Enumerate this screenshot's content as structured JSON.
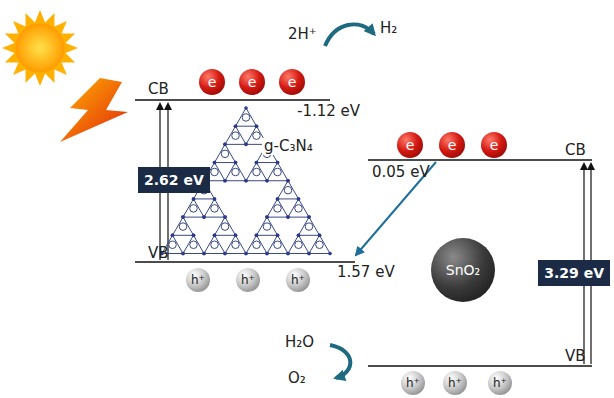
{
  "diagram": {
    "nodes": [
      {
        "text": [
          "e"
        ]
      },
      {
        "text": [
          "e"
        ]
      },
      {
        "text": [
          "e"
        ]
      },
      {
        "text": [
          "2.62 eV"
        ]
      },
      {
        "text": [
          "h⁺"
        ]
      },
      {
        "text": [
          "h⁺"
        ]
      },
      {
        "text": [
          "h⁺"
        ]
      },
      {
        "text": [
          "e"
        ]
      },
      {
        "text": [
          "e"
        ]
      },
      {
        "text": [
          "e"
        ]
      },
      {
        "text": [
          "SnO₂"
        ]
      },
      {
        "text": [
          "3.29 eV"
        ]
      },
      {
        "text": [
          "h⁺"
        ]
      },
      {
        "text": [
          "h⁺"
        ]
      },
      {
        "text": [
          "h⁺"
        ]
      }
    ],
    "labels": [
      "2H⁺",
      "H₂",
      "CB",
      "-1.12 eV",
      "g-C₃N₄",
      "VB",
      "1.57 eV",
      "0.05 eV",
      "CB",
      "VB",
      "H₂O",
      "O₂"
    ]
  }
}
